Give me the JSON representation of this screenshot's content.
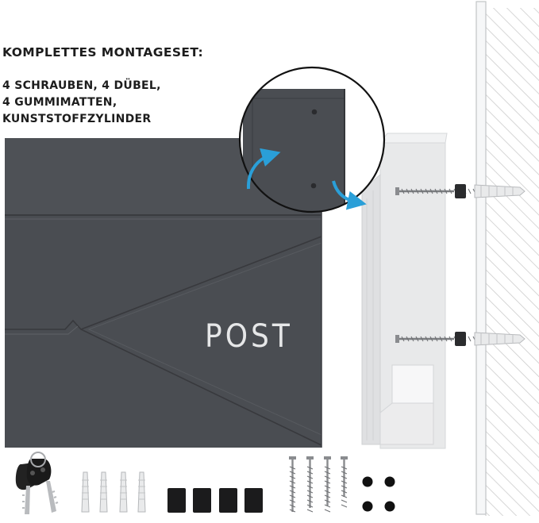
{
  "heading": "KOMPLETTES MONTAGESET:",
  "contents": [
    "4 SCHRAUBEN, 4 DÜBEL,",
    "4 GUMMIMATTEN,",
    "KUNSTSTOFFZYLINDER"
  ],
  "mailbox_label": "POST",
  "colors": {
    "mailbox": "#4a4d52",
    "mailbox_dark": "#3a3c40",
    "arrow": "#2a9fd8",
    "ghost": "#e6e7e8",
    "wall_hatch": "#c9c9c9",
    "text": "#1d1d1d"
  },
  "icons": [
    "keys-icon",
    "wall-plug-icon",
    "rubber-mat-icon",
    "screw-icon",
    "plastic-cylinder-icon",
    "curved-arrow-icon"
  ]
}
